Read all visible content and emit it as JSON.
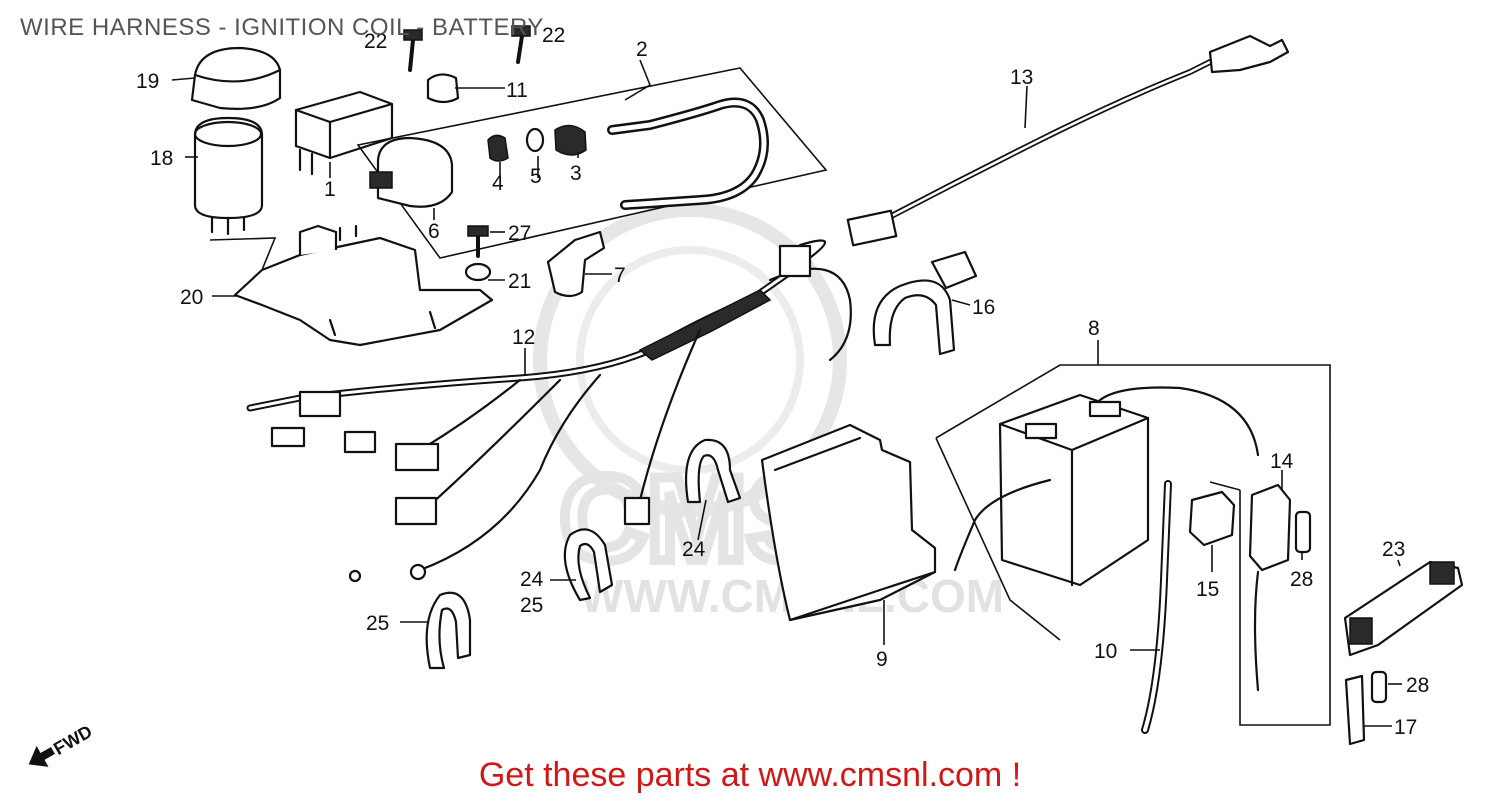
{
  "page": {
    "title": "WIRE HARNESS - IGNITION COIL - BATTERY",
    "cta": "Get these parts at www.cmsnl.com !"
  },
  "watermark": {
    "url": "WWW.CMSNL.COM",
    "brand": "CMS"
  },
  "orientation": {
    "label": "FWD"
  },
  "callouts": {
    "n1": "1",
    "n2": "2",
    "n3": "3",
    "n4": "4",
    "n5": "5",
    "n6": "6",
    "n7": "7",
    "n8": "8",
    "n9": "9",
    "n10": "10",
    "n11": "11",
    "n12": "12",
    "n13": "13",
    "n14": "14",
    "n15": "15",
    "n16": "16",
    "n17": "17",
    "n18": "18",
    "n19": "19",
    "n20": "20",
    "n21": "21",
    "n22a": "22",
    "n22b": "22",
    "n23": "23",
    "n24a": "24",
    "n24b": "24",
    "n25a": "25",
    "n25b": "25",
    "n27": "27",
    "n28a": "28",
    "n28b": "28"
  }
}
